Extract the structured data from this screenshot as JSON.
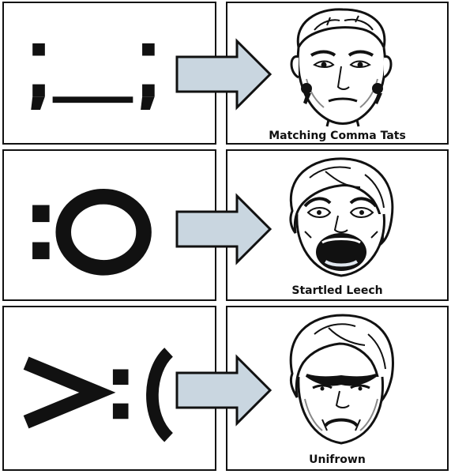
{
  "panels": [
    {
      "emoticon": ";_;",
      "caption": "Matching Comma Tats"
    },
    {
      "emoticon": ":O",
      "caption": "Startled Leech"
    },
    {
      "emoticon": ">:(",
      "caption": "Unifrown"
    }
  ],
  "icons": {
    "arrow": "right-arrow-icon"
  },
  "colors": {
    "arrow_fill": "#c9d6e0",
    "ink": "#111111",
    "skin_shade": "#dfe6ee"
  }
}
